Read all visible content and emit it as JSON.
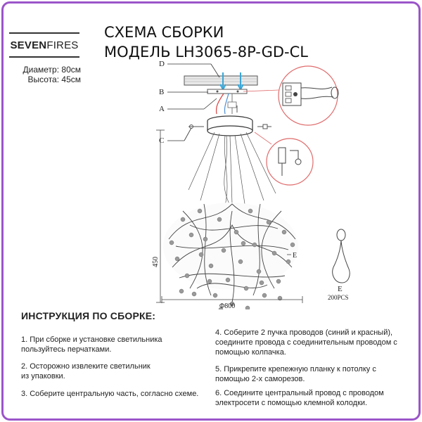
{
  "brand": {
    "logo_bold": "SEVEN",
    "logo_regular": "FIRES"
  },
  "specs": {
    "diameter": "Диаметр: 80см",
    "height": "Высота: 45см"
  },
  "title": {
    "line1": "СХЕМА СБОРКИ",
    "line2": "МОДЕЛЬ LH3065-8P-GD-CL"
  },
  "diagram": {
    "callouts": [
      "D",
      "B",
      "A",
      "C",
      "E"
    ],
    "height_label": "450",
    "diameter_label": "Φ800",
    "part_e": {
      "letter": "E",
      "qty": "200PCS"
    },
    "colors": {
      "blue_wire": "#4f8fd6",
      "red_wire": "#d74444",
      "callout_circle": "#e06b6b"
    }
  },
  "instructions": {
    "heading": "ИНСТРУКЦИЯ ПО СБОРКЕ:",
    "steps": [
      "1. При сборке и установке светильника пользуйтесь перчатками.",
      "2. Осторожно извлеките светильник из упаковки.",
      "3. Соберите центральную часть, согласно схеме.",
      "4. Соберите 2 пучка проводов (синий и красный), соединитe провода с соединительным проводом с помощью колпачка.",
      "5. Прикрепите крепежную планку к потолку с помощью 2-х саморезов.",
      "6. Соедините центральный провод с проводом электросети с помощью клемной колодки."
    ]
  }
}
